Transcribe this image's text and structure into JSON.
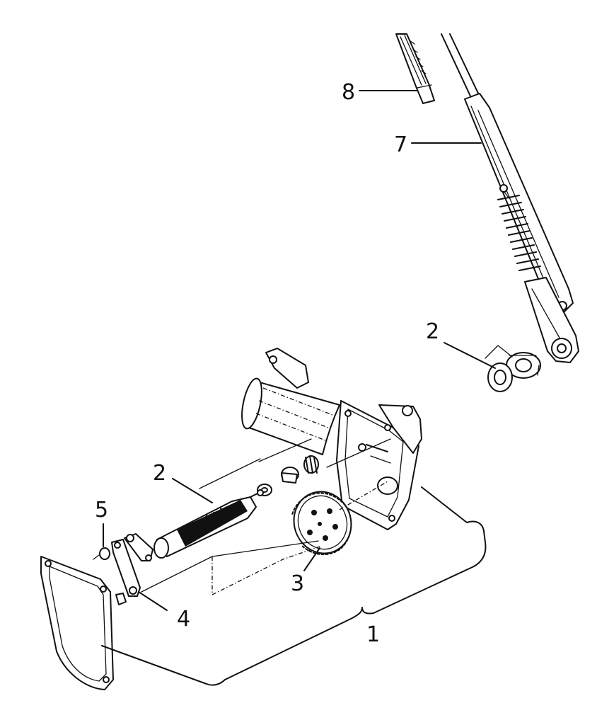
{
  "figure": {
    "callouts": [
      {
        "id": "callout-1",
        "label": "1"
      },
      {
        "id": "callout-2-spindle",
        "label": "2"
      },
      {
        "id": "callout-2-nut",
        "label": "2"
      },
      {
        "id": "callout-3",
        "label": "3"
      },
      {
        "id": "callout-4",
        "label": "4"
      },
      {
        "id": "callout-5",
        "label": "5"
      },
      {
        "id": "callout-7",
        "label": "7"
      },
      {
        "id": "callout-8",
        "label": "8"
      }
    ]
  }
}
